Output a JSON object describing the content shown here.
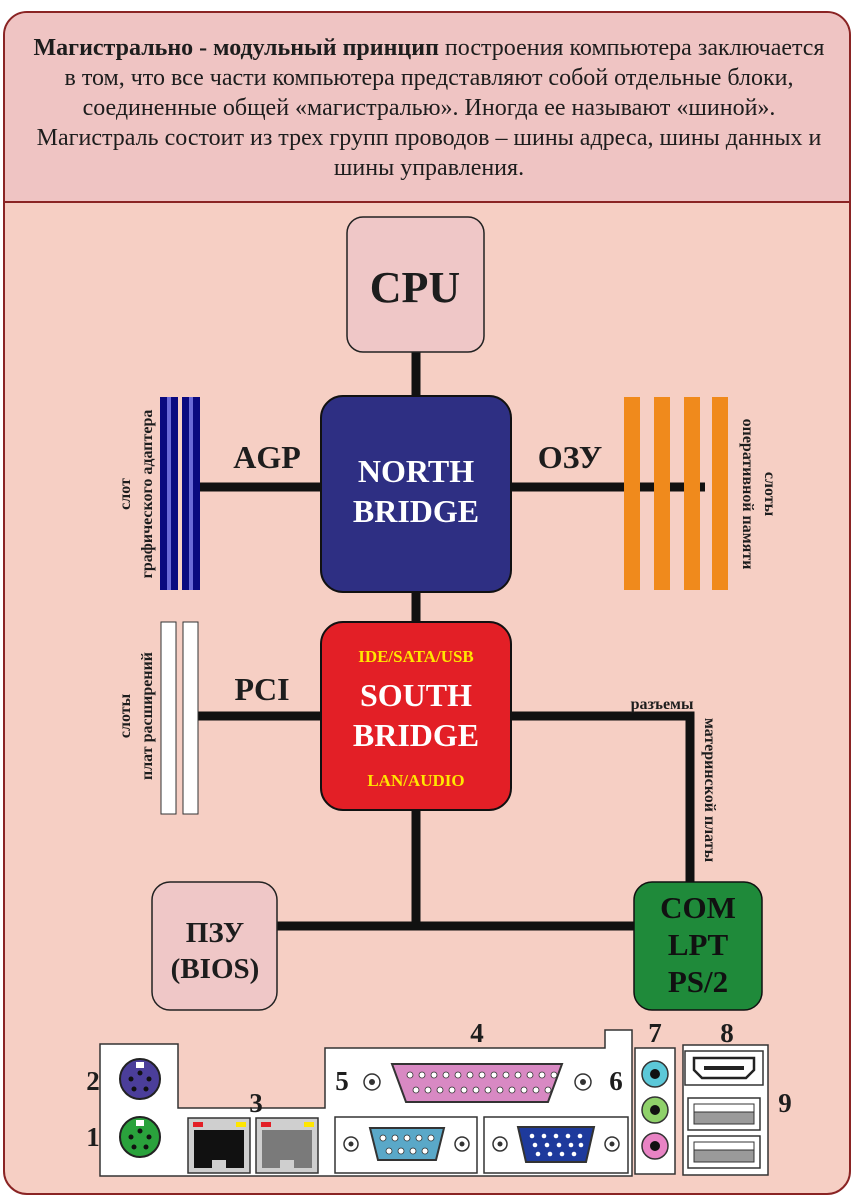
{
  "intro": {
    "bold": "Магистрально - модульный принцип",
    "text": " построения компьютера заключается в том, что все части компьютера представляют собой отдельные блоки, соединенные общей «магистралью». Иногда ее называют «шиной». Магистраль состоит из трех групп проводов – шины адреса, шины данных и шины управления."
  },
  "blocks": {
    "cpu": "CPU",
    "north": [
      "NORTH",
      "BRIDGE"
    ],
    "south_top": "IDE/SATA/USB",
    "south": [
      "SOUTH",
      "BRIDGE"
    ],
    "south_bottom": "LAN/AUDIO",
    "rom": [
      "ПЗУ",
      "(BIOS)"
    ],
    "ports": [
      "COM",
      "LPT",
      "PS/2"
    ]
  },
  "bus_labels": {
    "agp": "AGP",
    "ram": "ОЗУ",
    "pci": "PCI"
  },
  "side_labels": {
    "graphics": [
      "слот",
      "графического адаптера"
    ],
    "memory": [
      "слоты",
      "оперативной памяти"
    ],
    "expansion": [
      "слоты",
      "плат расширений"
    ],
    "connectors_line1": "разъемы",
    "connectors_line2": "материнской платы"
  },
  "port_numbers": [
    "1",
    "2",
    "3",
    "4",
    "5",
    "6",
    "7",
    "8",
    "9"
  ],
  "colors": {
    "background": "#f6cfc4",
    "header": "#efc4c3",
    "border": "#8a2424",
    "north_bridge": "#2e2f83",
    "south_bridge": "#e31f26",
    "south_caption": "#ffe600",
    "ports_block": "#1f8a3a",
    "light_block": "#efc7c7",
    "ram_slots": "#f08a1c",
    "agp_slots": "#0a0a80"
  }
}
